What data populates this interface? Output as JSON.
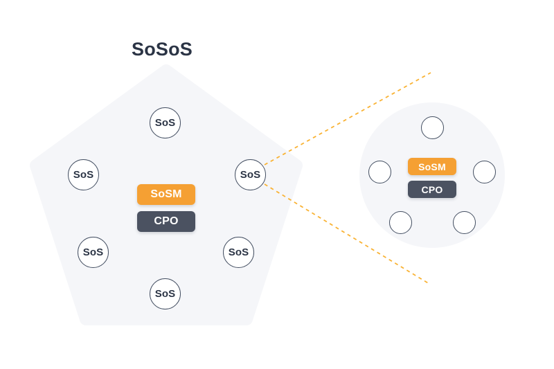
{
  "title": "SoSoS",
  "colors": {
    "accent_orange": "#f5a033",
    "dark_slate": "#4b5261",
    "shape_fill": "#f5f6f9",
    "node_stroke": "#434e61",
    "text_dark": "#2b3445",
    "dashed_connector": "#f9b233"
  },
  "pentagon": {
    "name": "SoSoS",
    "badges": [
      {
        "label": "SoSM",
        "style": "orange"
      },
      {
        "label": "CPO",
        "style": "dark"
      }
    ],
    "nodes": [
      {
        "label": "SoS",
        "position": "top"
      },
      {
        "label": "SoS",
        "position": "upper-left"
      },
      {
        "label": "SoS",
        "position": "upper-right"
      },
      {
        "label": "SoS",
        "position": "lower-left"
      },
      {
        "label": "SoS",
        "position": "lower-right"
      },
      {
        "label": "SoS",
        "position": "bottom"
      }
    ]
  },
  "detail_circle": {
    "source_node": "SoS",
    "badges": [
      {
        "label": "SoSM",
        "style": "orange"
      },
      {
        "label": "CPO",
        "style": "dark"
      }
    ],
    "nodes": [
      {
        "label": "",
        "position": "top"
      },
      {
        "label": "",
        "position": "left"
      },
      {
        "label": "",
        "position": "right"
      },
      {
        "label": "",
        "position": "bottom-left"
      },
      {
        "label": "",
        "position": "bottom-right"
      }
    ]
  },
  "connectors": [
    {
      "from": "pentagon-node-upper-right",
      "to": "detail-circle-top",
      "style": "dashed"
    },
    {
      "from": "pentagon-node-upper-right",
      "to": "detail-circle-bottom",
      "style": "dashed"
    }
  ]
}
